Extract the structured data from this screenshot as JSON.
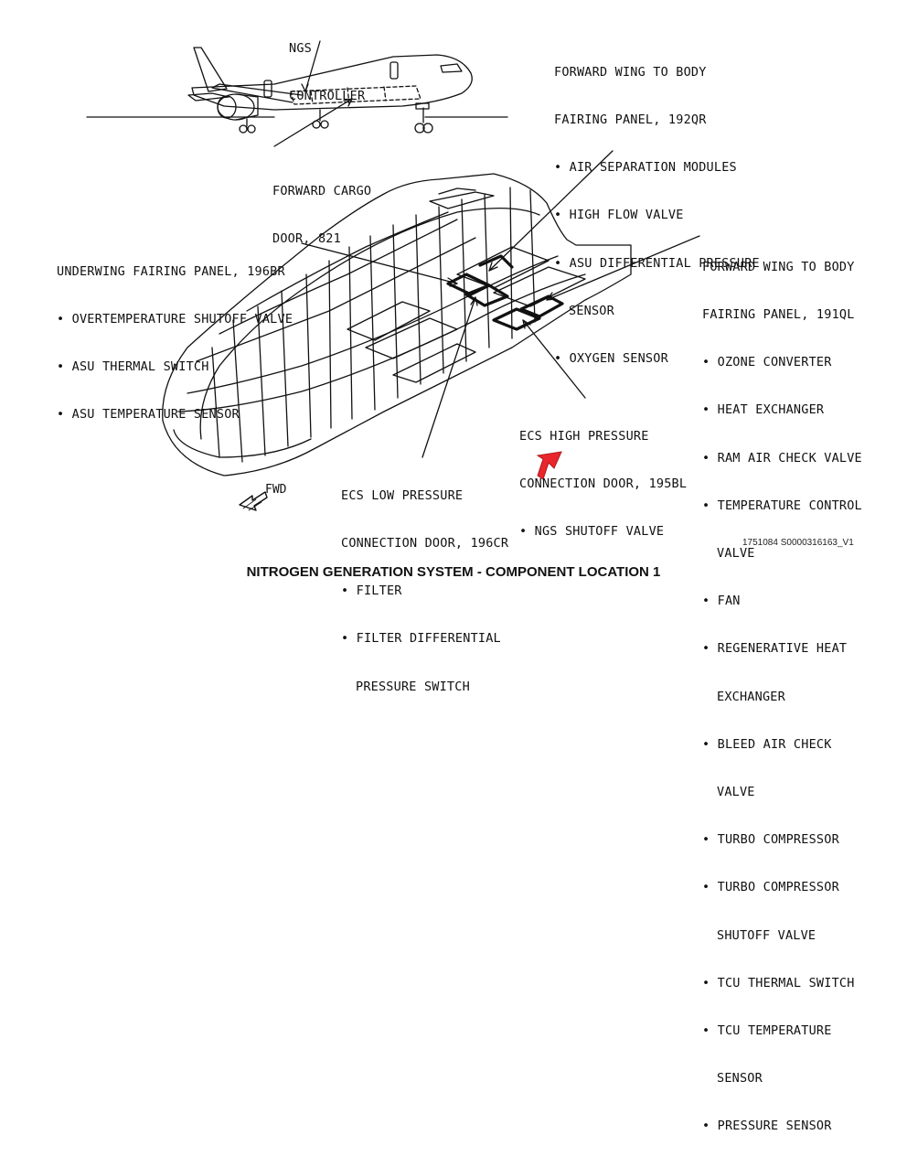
{
  "labels": {
    "ngs_controller": [
      "NGS",
      "CONTROLLER"
    ],
    "forward_cargo_door": [
      "FORWARD CARGO",
      "DOOR, 821"
    ],
    "panel_192qr": {
      "title": [
        "FORWARD WING TO BODY",
        "FAIRING PANEL, 192QR"
      ],
      "items": [
        [
          "AIR SEPARATION MODULES"
        ],
        [
          "HIGH FLOW VALVE"
        ],
        [
          "ASU DIFFERENTIAL PRESSURE",
          "SENSOR"
        ],
        [
          "OXYGEN SENSOR"
        ]
      ]
    },
    "panel_196br": {
      "title": [
        "UNDERWING FAIRING PANEL, 196BR"
      ],
      "items": [
        [
          "OVERTEMPERATURE SHUTOFF VALVE"
        ],
        [
          "ASU THERMAL SWITCH"
        ],
        [
          "ASU TEMPERATURE SENSOR"
        ]
      ]
    },
    "panel_191ql": {
      "title": [
        "FORWARD WING TO BODY",
        "FAIRING PANEL, 191QL"
      ],
      "items": [
        [
          "OZONE CONVERTER"
        ],
        [
          "HEAT EXCHANGER"
        ],
        [
          "RAM AIR CHECK VALVE"
        ],
        [
          "TEMPERATURE CONTROL",
          "VALVE"
        ],
        [
          "FAN"
        ],
        [
          "REGENERATIVE HEAT",
          "EXCHANGER"
        ],
        [
          "BLEED AIR CHECK",
          "VALVE"
        ],
        [
          "TURBO COMPRESSOR"
        ],
        [
          "TURBO COMPRESSOR",
          "SHUTOFF VALVE"
        ],
        [
          "TCU THERMAL SWITCH"
        ],
        [
          "TCU TEMPERATURE",
          "SENSOR"
        ],
        [
          "PRESSURE SENSOR"
        ]
      ]
    },
    "door_195bl": {
      "title": [
        "ECS HIGH PRESSURE",
        "CONNECTION DOOR, 195BL"
      ],
      "items": [
        [
          "NGS SHUTOFF VALVE"
        ]
      ]
    },
    "door_196cr": {
      "title": [
        "ECS LOW PRESSURE",
        "CONNECTION DOOR, 196CR"
      ],
      "items": [
        [
          "FILTER"
        ],
        [
          "FILTER DIFFERENTIAL",
          "PRESSURE SWITCH"
        ]
      ]
    },
    "fwd": "FWD"
  },
  "figure_title": "NITROGEN GENERATION SYSTEM - COMPONENT LOCATION 1",
  "figure_ref": "1751084 S0000316163_V1",
  "colors": {
    "ink": "#111111",
    "cursor": "#e8262b"
  }
}
